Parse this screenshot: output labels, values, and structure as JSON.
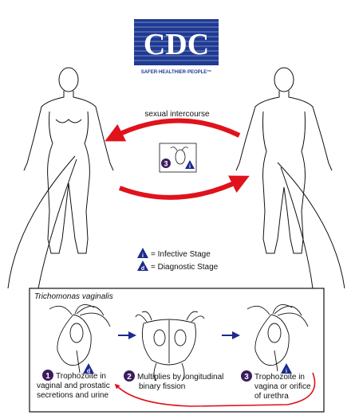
{
  "logo": {
    "text": "CDC",
    "tagline": "SAFER·HEALTHIER·PEOPLE™",
    "brand_color": "#1f3a93"
  },
  "transmission": {
    "arrow_label": "sexual intercourse",
    "arrow_color": "#e0121b",
    "center_step": "3",
    "center_marker": "i"
  },
  "legend": {
    "infective": {
      "marker": "i",
      "text": "= Infective Stage"
    },
    "diagnostic": {
      "marker": "d",
      "text": "= Diagnostic Stage"
    }
  },
  "lifecycle": {
    "organism": "Trichomonas vaginalis",
    "stages": [
      {
        "number": "1",
        "lines": [
          "Trophozoite in",
          "vaginal and prostatic",
          "secretions and urine"
        ],
        "marker": "d"
      },
      {
        "number": "2",
        "lines": [
          "Multiplies by longitudinal",
          "binary fission"
        ]
      },
      {
        "number": "3",
        "lines": [
          "Trophozoite in",
          "vagina or orifice",
          "of urethra"
        ],
        "marker": "i"
      }
    ]
  },
  "colors": {
    "step_circle": "#3b1d5e",
    "marker_triangle": "#1c2a8c",
    "arrow_blue": "#1c2a8c",
    "arrow_red": "#e0121b"
  }
}
